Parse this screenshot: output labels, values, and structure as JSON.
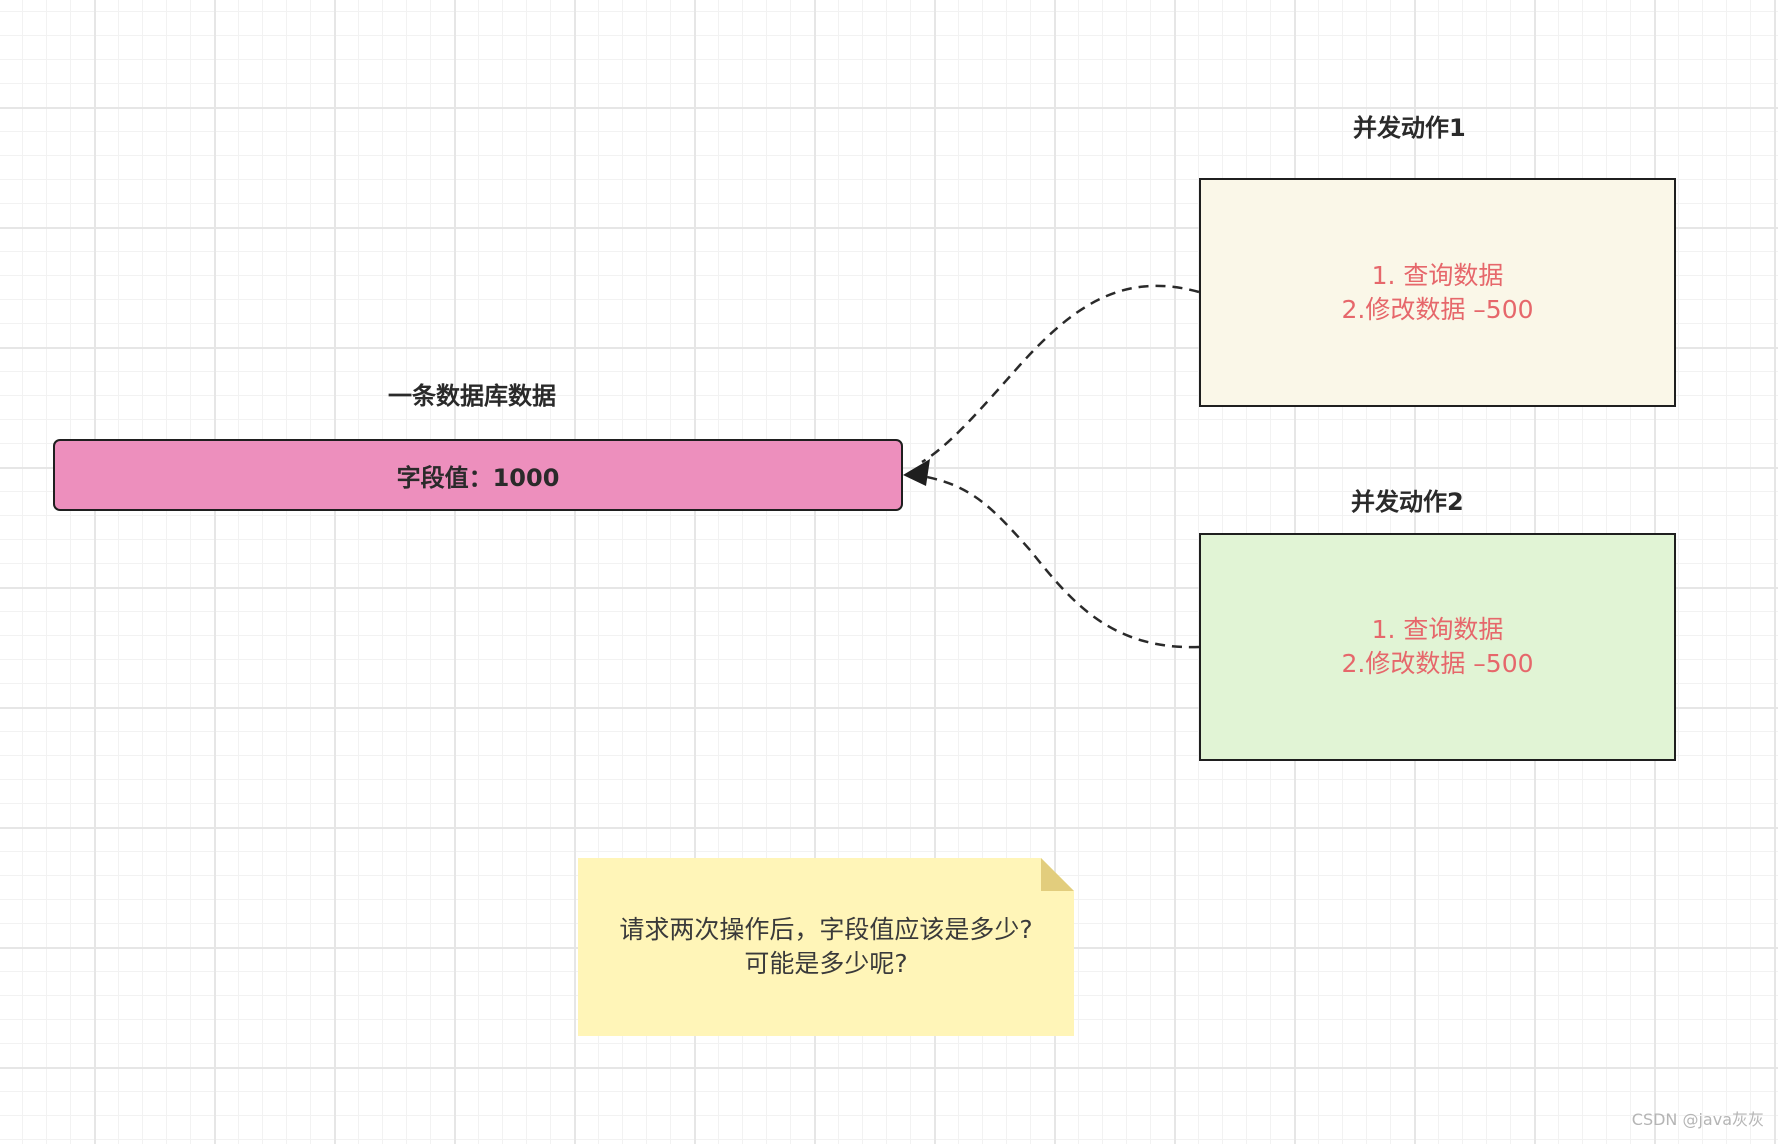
{
  "record": {
    "title": "一条数据库数据",
    "field_text": "字段值：1000"
  },
  "actions": [
    {
      "title": "并发动作1",
      "steps": [
        "1. 查询数据",
        "2.修改数据 –500"
      ]
    },
    {
      "title": "并发动作2",
      "steps": [
        "1. 查询数据",
        "2.修改数据 –500"
      ]
    }
  ],
  "note": {
    "lines": [
      "请求两次操作后，字段值应该是多少?",
      "可能是多少呢?"
    ]
  },
  "watermark": "CSDN @java灰灰",
  "colors": {
    "record_fill": "#ed8fbd",
    "action1_fill": "#faf7e8",
    "action2_fill": "#e1f4d5",
    "step_text": "#e6676b",
    "note_fill": "#fff5b8"
  }
}
